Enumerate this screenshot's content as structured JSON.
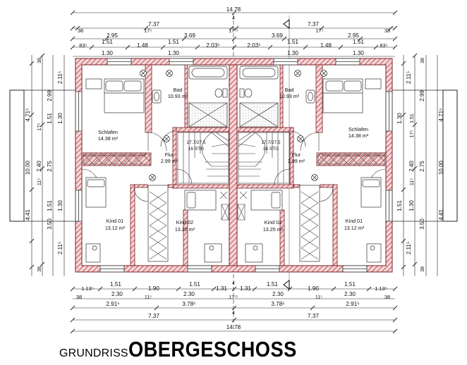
{
  "dims": {
    "overall": "14.78",
    "half_left": "7.37",
    "half_right": "7.37",
    "center_mark": "4",
    "top_row3": [
      "38",
      "2.95",
      "17⁵",
      "3.69",
      "17⁷⁵",
      "3.69",
      "17⁵",
      "2.95",
      "38"
    ],
    "top_row4": [
      "83⁵",
      "1.51",
      "1.48",
      "1.51",
      "2.03⁵",
      "2.03⁵",
      "1.51",
      "1.48",
      "1.51",
      "83⁵"
    ],
    "top_row5": [
      "1.30",
      "1.30",
      "1.30",
      "1.30"
    ],
    "bottom_row1": [
      "1.13⁵",
      "1.51",
      "1.90",
      "1.51",
      "1.31",
      "1.31",
      "1.51",
      "1.90",
      "1.51",
      "1.13⁵"
    ],
    "bottom_row2": [
      "38",
      "2.30",
      "11⁵",
      "2.30",
      "17⁷⁵",
      "2.30",
      "11⁵",
      "2.30",
      "38"
    ],
    "bottom_row3": [
      "2.91⁵",
      "3.78⁵",
      "3.78⁵",
      "2.91⁵"
    ],
    "bottom_row4": [
      "7.37",
      "7.37"
    ],
    "bottom_total": "14.78",
    "side_outer": "10.00",
    "side_4_71": "4.71⁵",
    "side_4_41": "4.41",
    "side_2_99": "2.99",
    "side_2_75": "2.75",
    "side_3_50": "3.50",
    "side_2_11a": "2.11⁵",
    "side_2_11b": "2.11⁵",
    "side_38a": "38",
    "side_38b": "38",
    "side_1_51a": "1.51",
    "side_1_51b": "1.51",
    "side_1_30a": "1.30",
    "side_1_30b": "1.30",
    "side_2_40": "2.40",
    "side_17_5": "17⁵",
    "side_11_5": "11⁵"
  },
  "rooms": {
    "bad_left_name": "Bad",
    "bad_left_area": "10.93 m²",
    "bad_right_name": "Bad",
    "bad_right_area": "10.93 m²",
    "schlafen_left_name": "Schlafen",
    "schlafen_left_area": "14.38 m²",
    "schlafen_right_name": "Schlafen",
    "schlafen_right_area": "14.38 m²",
    "flur_left_name": "Flur",
    "flur_left_area": "2.99 m²",
    "flur_right_name": "Flur",
    "flur_right_area": "2.99 m²",
    "kind1_left_name": "Kind 01",
    "kind1_left_area": "13.12 m²",
    "kind2_left_name": "Kind 02",
    "kind2_left_area": "13.25 m²",
    "kind2_right_name": "Kind 02",
    "kind2_right_area": "13.25 m²",
    "kind1_right_name": "Kind 01",
    "kind1_right_area": "13.12 m²",
    "stair_left_1": "17.7/27.5",
    "stair_left_2": "16 STG",
    "stair_right_1": "17.7/27.5",
    "stair_right_2": "16 STG"
  },
  "title": {
    "prefix": "GRUNDRISS",
    "main": "OBERGESCHOSS"
  }
}
